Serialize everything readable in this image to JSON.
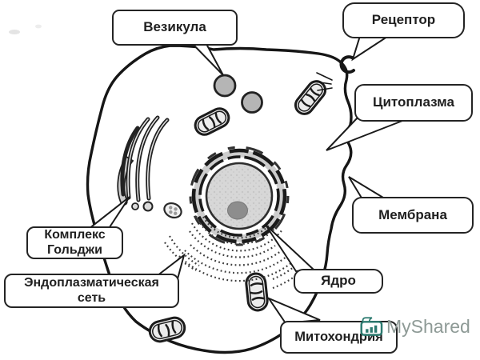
{
  "diagram": {
    "labels": [
      {
        "id": "vesicle",
        "text": "Везикула"
      },
      {
        "id": "receptor",
        "text": "Рецептор"
      },
      {
        "id": "cytoplasm",
        "text": "Цитоплазма"
      },
      {
        "id": "membrane",
        "text": "Мембрана"
      },
      {
        "id": "golgi",
        "text": "Комплекс Гольджи"
      },
      {
        "id": "endoplasmic_reticulum",
        "text": "Эндоплазматическая сеть"
      },
      {
        "id": "nucleus",
        "text": "Ядро"
      },
      {
        "id": "mitochondria",
        "text": "Митохондрия"
      }
    ],
    "colors": {
      "ink": "#161616",
      "vesicle_fill": "#b5b5b5",
      "nucleus_fill": "#d7d7d7",
      "nucleolus_fill": "#8d8d8d",
      "organelle_fill": "#ececec"
    }
  },
  "watermark": {
    "text": "MyShared",
    "icon_color": "#2c7a6f",
    "text_color": "#8e9a96"
  }
}
